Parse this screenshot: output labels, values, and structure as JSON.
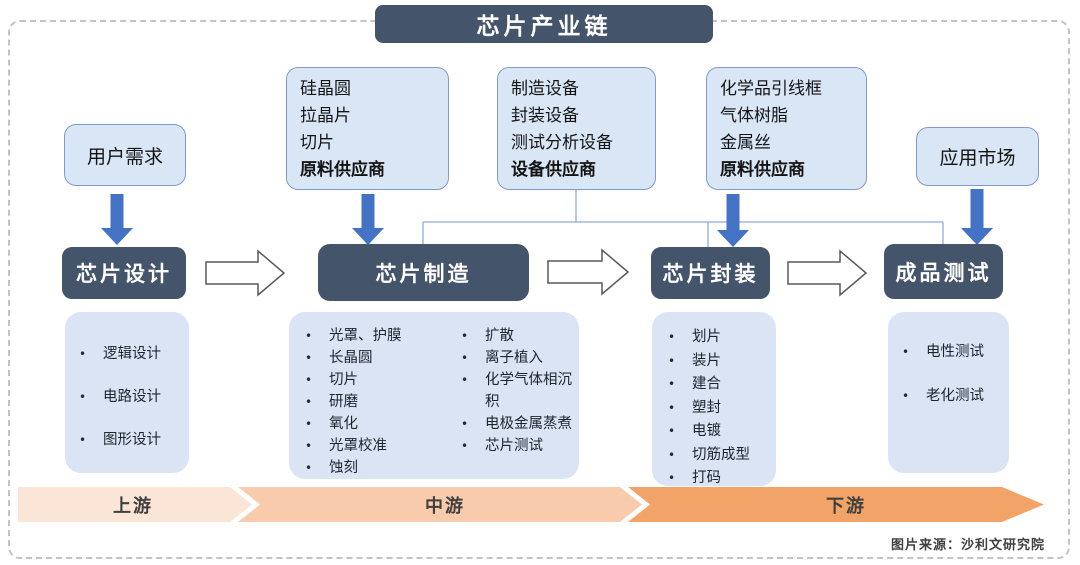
{
  "title": "芯片产业链",
  "source_note": "图片来源：沙利文研究院",
  "top_boxes": {
    "user_demand": {
      "label": "用户需求"
    },
    "material_supplier_left": {
      "lines": [
        "硅晶圆",
        "拉晶片",
        "切片"
      ],
      "bold_line": "原料供应商"
    },
    "equipment_supplier": {
      "lines": [
        "制造设备",
        "封装设备",
        "测试分析设备"
      ],
      "bold_line": "设备供应商"
    },
    "material_supplier_right": {
      "lines": [
        "化学品引线框",
        "气体树脂",
        "金属丝"
      ],
      "bold_line": "原料供应商"
    },
    "application_market": {
      "label": "应用市场"
    }
  },
  "stages": [
    {
      "label": "芯片设计",
      "items": [
        "逻辑设计",
        "电路设计",
        "图形设计"
      ]
    },
    {
      "label": "芯片制造",
      "items_col1": [
        "光罩、护膜",
        "长晶圆",
        "切片",
        "研磨",
        "氧化",
        "光罩校准",
        "蚀刻"
      ],
      "items_col2": [
        "扩散",
        "离子植入",
        "化学气体相沉积",
        "电极金属蒸煮",
        "芯片测试"
      ]
    },
    {
      "label": "芯片封装",
      "items": [
        "划片",
        "装片",
        "建合",
        "塑封",
        "电镀",
        "切筋成型",
        "打码"
      ]
    },
    {
      "label": "成品测试",
      "items": [
        "电性测试",
        "老化测试"
      ]
    }
  ],
  "flow_bar": {
    "segments": [
      {
        "label": "上游",
        "color": "#fbe5d6"
      },
      {
        "label": "中游",
        "color": "#f8cbad"
      },
      {
        "label": "下游",
        "color": "#f2a468"
      }
    ]
  },
  "colors": {
    "dark_box": "#44546a",
    "light_fill": "#d9e6f5",
    "light_border": "#7f9bce",
    "list_fill": "#dbe4f4",
    "arrow_blue": "#4472c4",
    "connector_line": "#8faadc",
    "white_arrow_stroke": "#595959"
  }
}
